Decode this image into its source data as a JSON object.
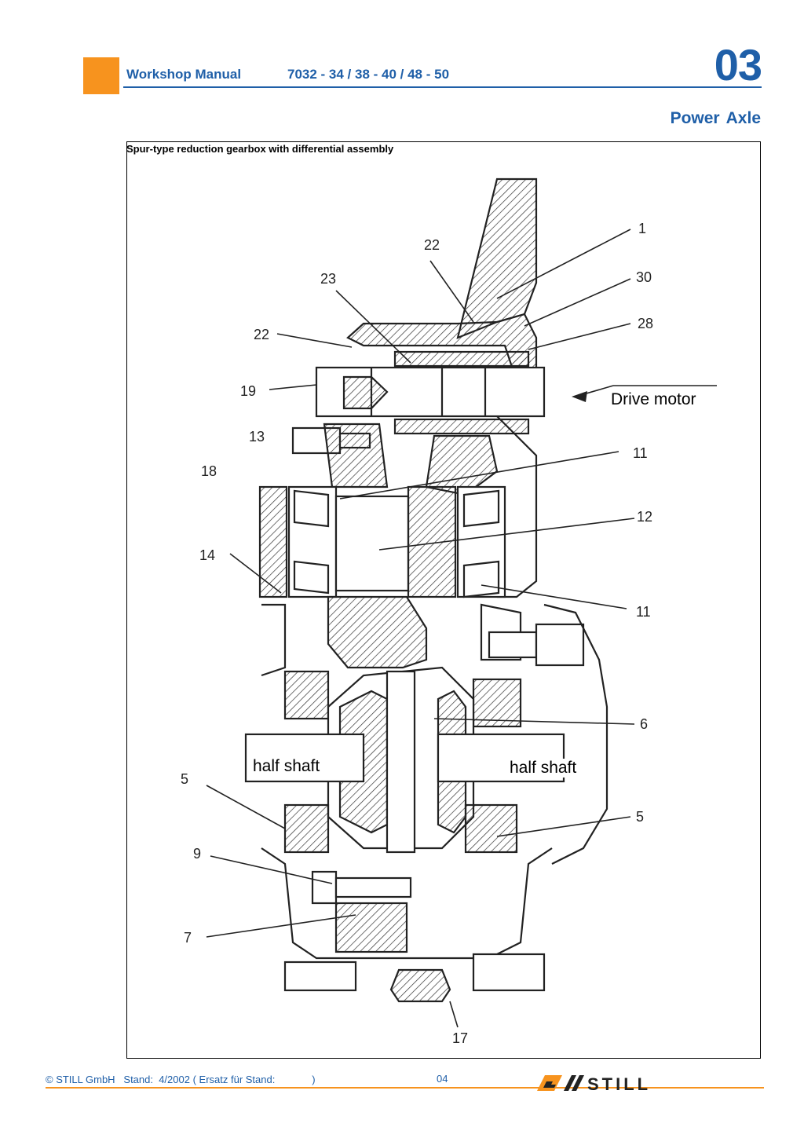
{
  "header": {
    "title": "Workshop Manual",
    "model": "7032 - 34 / 38 - 40 / 48 - 50",
    "chapter": "03"
  },
  "section_title": "Power Axle",
  "figure": {
    "caption": "Spur-type reduction gearbox with differential assembly",
    "callouts": [
      "1",
      "22",
      "30",
      "23",
      "28",
      "22",
      "19",
      "13",
      "11",
      "18",
      "12",
      "14",
      "11",
      "6",
      "5",
      "5",
      "9",
      "7",
      "17"
    ],
    "labels": {
      "drive_motor": "Drive motor",
      "half_shaft_left": "half shaft",
      "half_shaft_right": "half shaft"
    }
  },
  "footer": {
    "copyright": "© STILL GmbH   Stand:  4/2002 ( Ersatz für Stand:             )",
    "page": "04",
    "logo_text": "STILL"
  },
  "colors": {
    "accent": "#f7931e",
    "brand_blue": "#1f5fa8"
  }
}
